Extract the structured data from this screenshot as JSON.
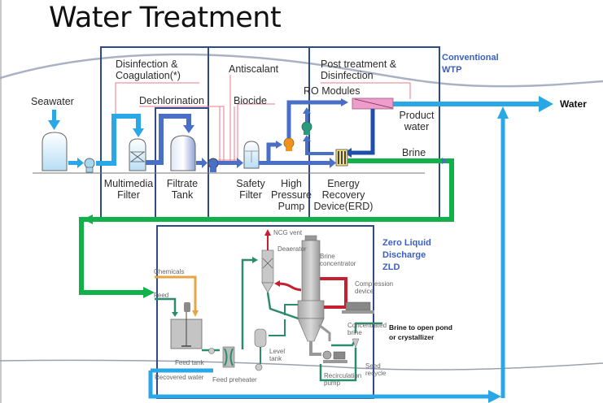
{
  "title": "Water Treatment",
  "conventional": {
    "section_label_line1": "Conventional",
    "section_label_line2": "WTP",
    "inputs": {
      "seawater": "Seawater",
      "disinfection_line1": "Disinfection &",
      "disinfection_line2": "Coagulation(*)",
      "dechlorination": "Dechlorination",
      "antiscalant": "Antiscalant",
      "biocide": "Biocide",
      "post_treatment_line1": "Post treatment &",
      "post_treatment_line2": "Disinfection",
      "ro_modules": "RO Modules"
    },
    "equipment": {
      "multimedia_filter_line1": "Multimedia",
      "multimedia_filter_line2": "Filter",
      "filtrate_tank_line1": "Filtrate",
      "filtrate_tank_line2": "Tank",
      "safety_filter_line1": "Safety",
      "safety_filter_line2": "Filter",
      "hp_pump_line1": "High",
      "hp_pump_line2": "Pressure",
      "hp_pump_line3": "Pump",
      "erd_line1": "Energy",
      "erd_line2": "Recovery",
      "erd_line3": "Device(ERD)"
    },
    "outputs": {
      "product_water_line1": "Product",
      "product_water_line2": "water",
      "brine": "Brine",
      "water": "Water"
    }
  },
  "zld": {
    "section_label_line1": "Zero Liquid",
    "section_label_line2": "Discharge",
    "section_label_line3": "ZLD",
    "components": {
      "ncg_vent": "NCG vent",
      "deaerator": "Deaerator",
      "brine_concentrator_line1": "Brine",
      "brine_concentrator_line2": "concentrator",
      "chemicals": "Chemicals",
      "feed": "Feed",
      "compression_line1": "Compression",
      "compression_line2": "device",
      "concentrated_brine_line1": "Concentrated",
      "concentrated_brine_line2": "brine",
      "level_tank_line1": "Level",
      "level_tank_line2": "tank",
      "feed_tank": "Feed tank",
      "feed_preheater": "Feed preheater",
      "recovered_water": "Recovered water",
      "recirculation_line1": "Recirculation",
      "recirculation_line2": "pump",
      "seed_line1": "Seed",
      "seed_line2": "recycle"
    },
    "brine_note_line1": "Brine to open pond",
    "brine_note_line2": "or crystallizer"
  },
  "colors": {
    "seawater_flow": "#2aa7e6",
    "process_flow": "#4a6fc7",
    "brine_flow": "#12b04a",
    "section_border": "#2f4a8a",
    "chemical_line": "#e87a8a",
    "ro_module": "#ee9ccc",
    "pump_orange": "#f0931e",
    "pump_teal": "#2a9a7a",
    "steam_red": "#c62030",
    "zld_pipe": "#2a8c6a",
    "chemical_pipe": "#e6a445"
  }
}
